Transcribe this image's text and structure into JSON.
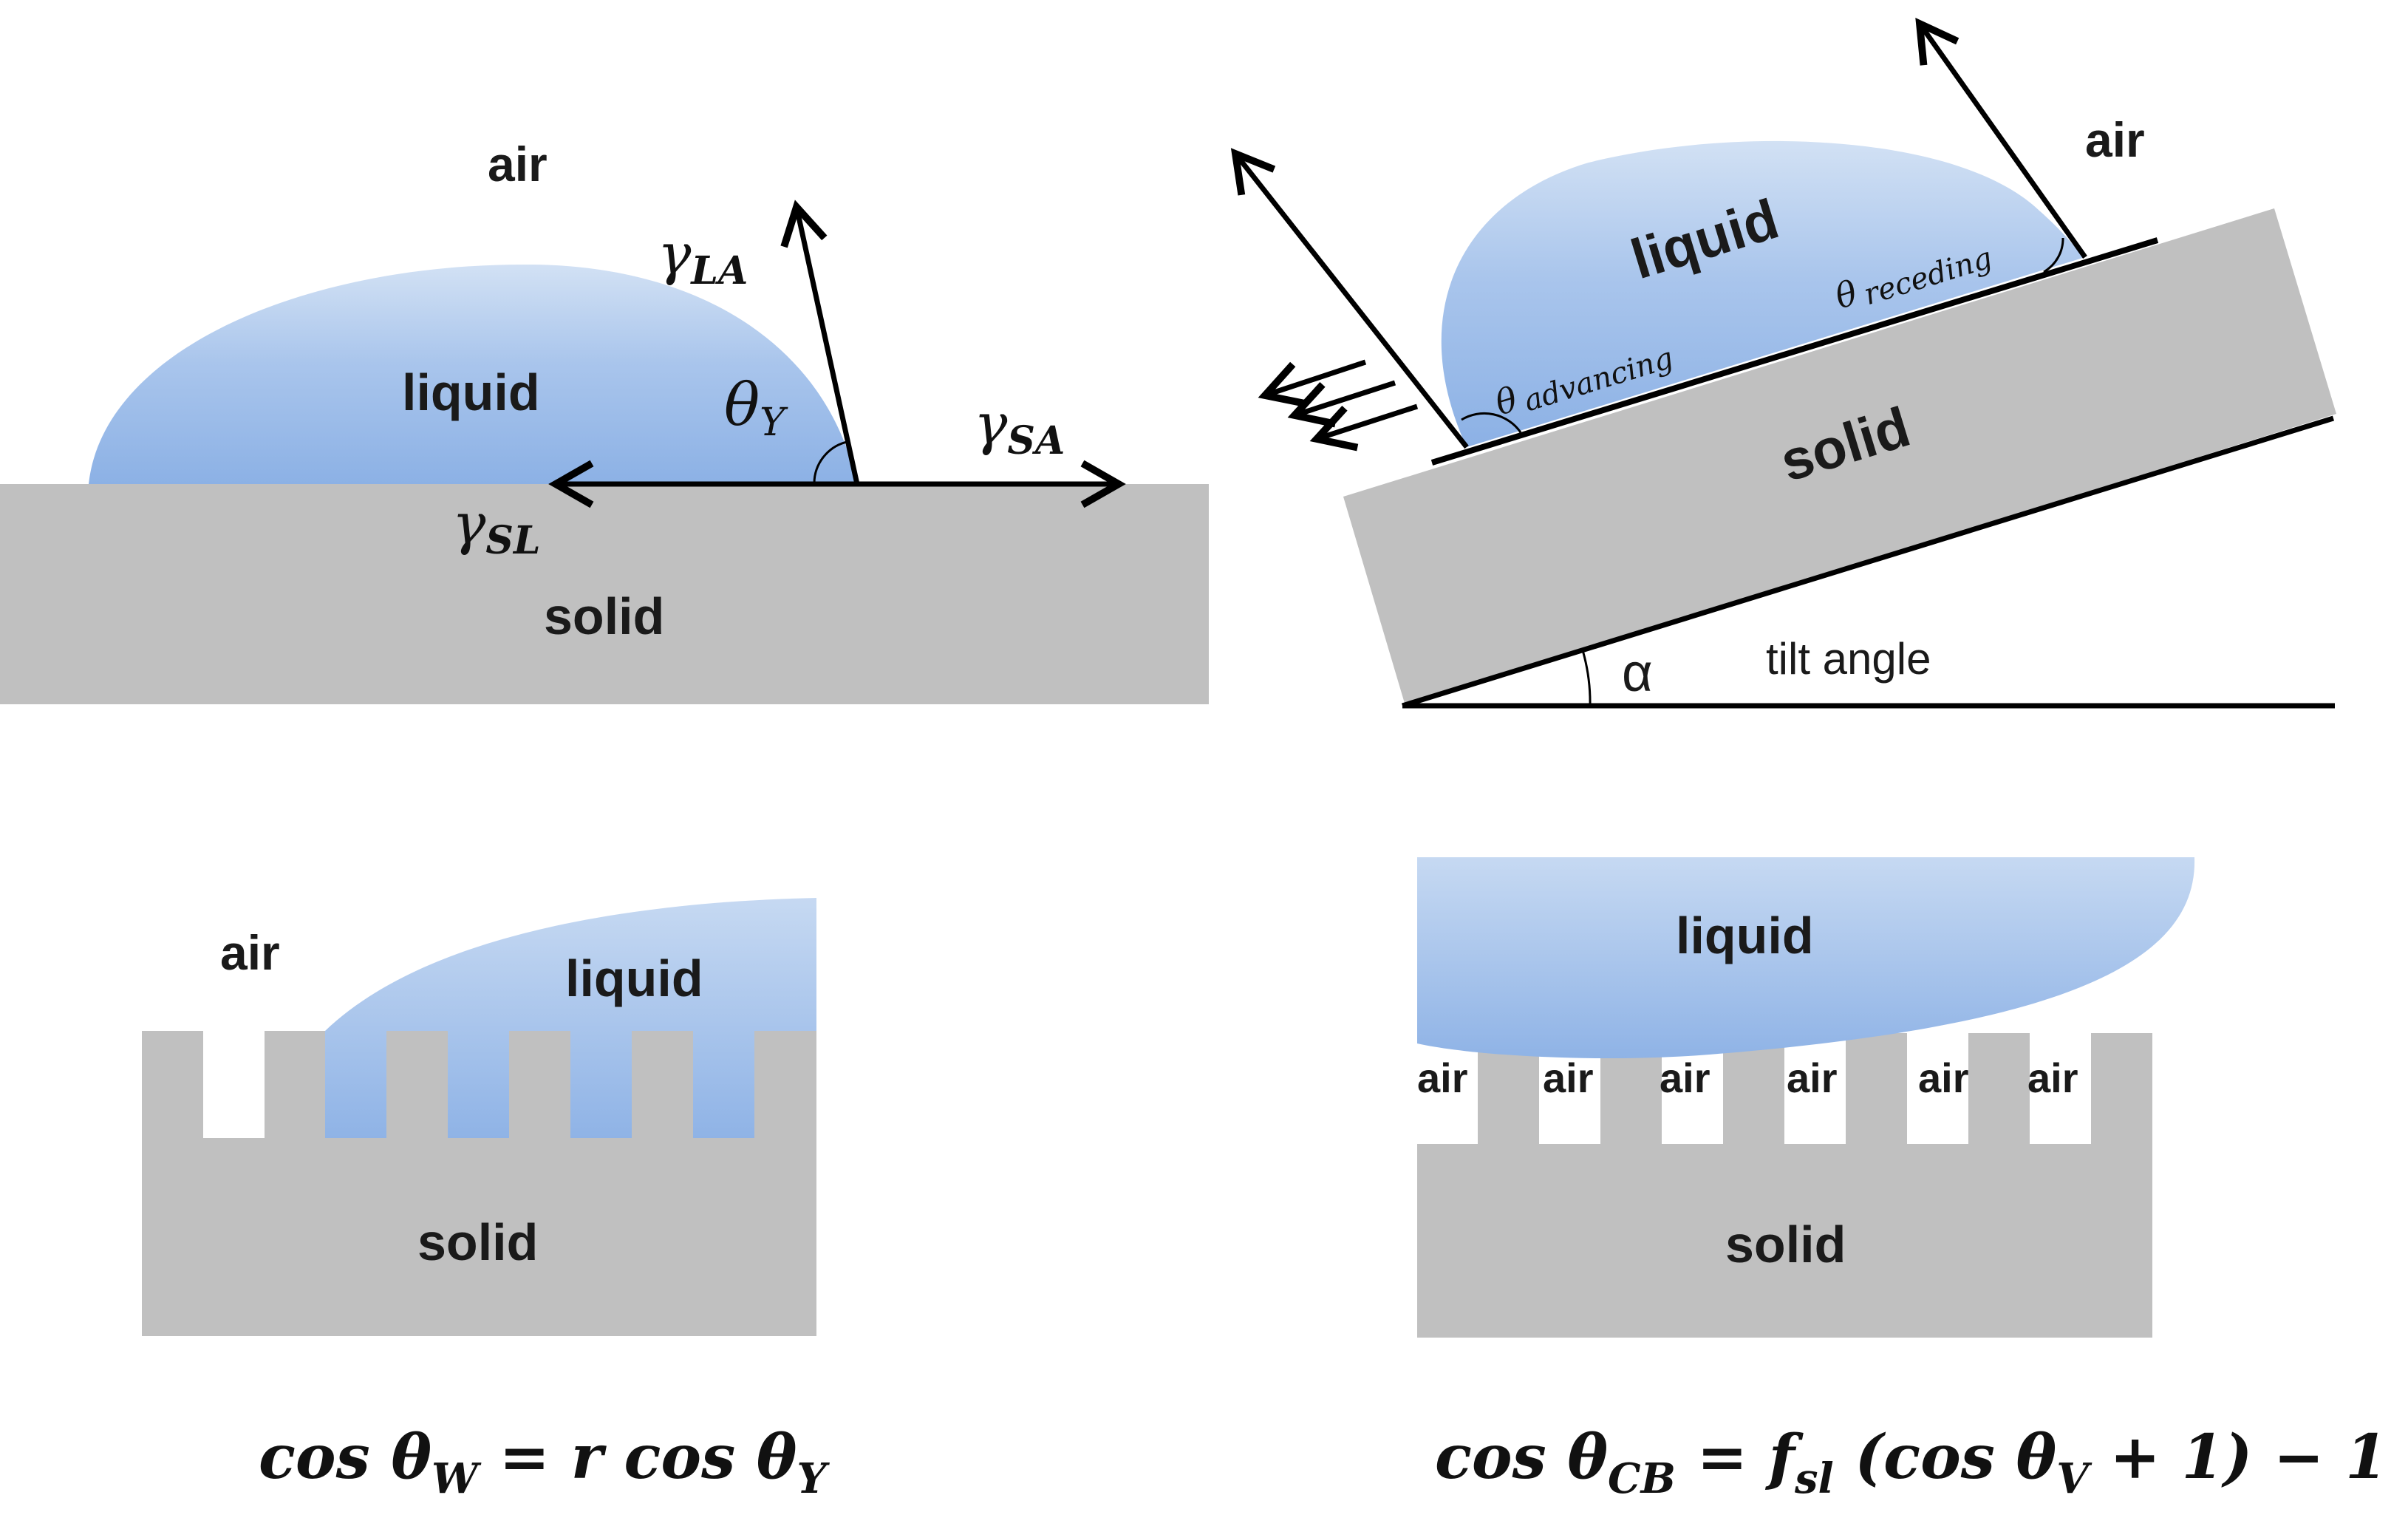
{
  "colors": {
    "solid": "#c0c0c0",
    "liquid_top": "#c9dbf2",
    "liquid_bottom": "#8eb3e6",
    "line": "#000000",
    "text": "#1a1a1a"
  },
  "panel_young": {
    "air": "air",
    "liquid": "liquid",
    "solid": "solid",
    "gamma_la": {
      "symbol": "γ",
      "sub": "LA"
    },
    "gamma_sa": {
      "symbol": "γ",
      "sub": "SA"
    },
    "gamma_sl": {
      "symbol": "γ",
      "sub": "SL"
    },
    "theta_y": {
      "symbol": "θ",
      "sub": "Y"
    }
  },
  "panel_tilt": {
    "air": "air",
    "liquid": "liquid",
    "solid": "solid",
    "theta_advancing": {
      "symbol": "θ",
      "sub": "advancing"
    },
    "theta_receding": {
      "symbol": "θ",
      "sub": "receding"
    },
    "alpha": "α",
    "tilt_angle": "tilt angle"
  },
  "panel_wenzel": {
    "air": "air",
    "liquid": "liquid",
    "solid": "solid",
    "equation": {
      "lhs": "cos θ",
      "lhs_sub": "W",
      "rhs": " = r cos θ",
      "rhs_sub": "Y"
    }
  },
  "panel_cassie": {
    "liquid": "liquid",
    "solid": "solid",
    "air_pockets": [
      "air",
      "air",
      "air",
      "air",
      "air",
      "air"
    ],
    "equation": {
      "lhs": "cos θ",
      "lhs_sub": "CB",
      "eq": " = f",
      "f_sub": "sl",
      "mid": " (cos θ",
      "mid_sub": "V",
      "tail": " + 1) − 1"
    }
  }
}
